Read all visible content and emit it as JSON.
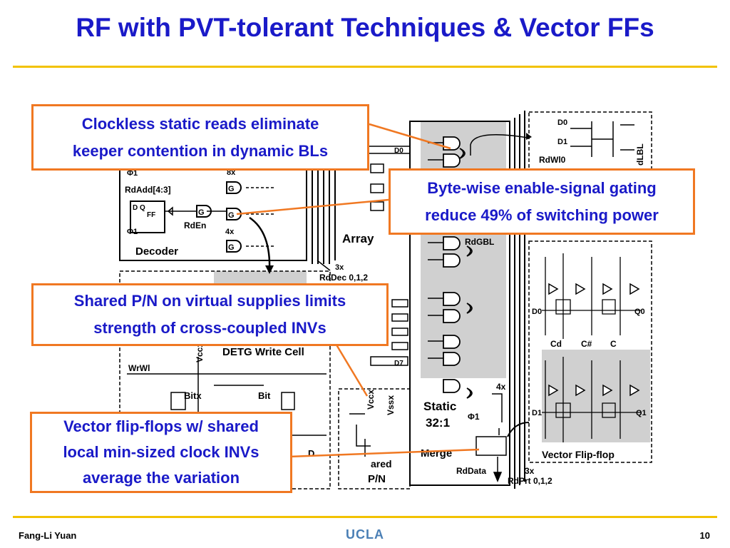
{
  "slide": {
    "title": "RF with PVT-tolerant Techniques & Vector FFs",
    "footer_author": "Fang-Li Yuan",
    "footer_logo": "UCLA",
    "page_number": "10"
  },
  "callouts": {
    "clockless": [
      "Clockless static reads eliminate",
      "keeper contention in dynamic BLs"
    ],
    "bytewise": [
      "Byte-wise enable-signal gating",
      "reduce 49% of switching power"
    ],
    "shared_pn": [
      "Shared P/N on virtual supplies limits",
      "strength of cross-coupled INVs"
    ],
    "vector_ff": [
      "Vector flip-flops w/ shared",
      "local min-sized clock INVs",
      "average the variation"
    ]
  },
  "diagram": {
    "labels": {
      "rdadd": "RdAdd[4:3]",
      "rden": "RdEn",
      "decoder": "Decoder",
      "g": "G",
      "x8": "8x",
      "x4": "4x",
      "array": "Array",
      "x3": "3x",
      "rddec": "RdDec 0,1,2",
      "detg": "DETG Write Cell",
      "wrwl": "WrWl",
      "vccx": "Vccx",
      "vssx": "Vssx",
      "bitx": "Bitx",
      "bit": "Bit",
      "d": "D",
      "d0": "D0",
      "d7": "D7",
      "rdgbl": "RdGBL",
      "static": "Static",
      "mux": "32:1",
      "merge": "Merge",
      "shared_pn_tail": "P/N",
      "shared_pn_head": "ared",
      "rddata": "RdData",
      "rdprt": "RdPrt 0,1,2",
      "x3b": "3x",
      "x4b": "4x",
      "phi1": "Φ1",
      "ff": "FF",
      "dq": "D Q",
      "c": "C",
      "rdwl0": "RdWl0",
      "rdlbl": "dLBL",
      "cd": "Cd",
      "csharp": "C#",
      "c_big": "C",
      "d0_ff": "D0",
      "q0": "Q0",
      "d1_ff": "D1",
      "q1": "Q1",
      "vector_ff": "Vector Flip-flop"
    }
  },
  "colors": {
    "title": "#1a1ac8",
    "callout_border": "#f07822",
    "rule": "#f2c200",
    "shade": "#d0d0d0"
  }
}
